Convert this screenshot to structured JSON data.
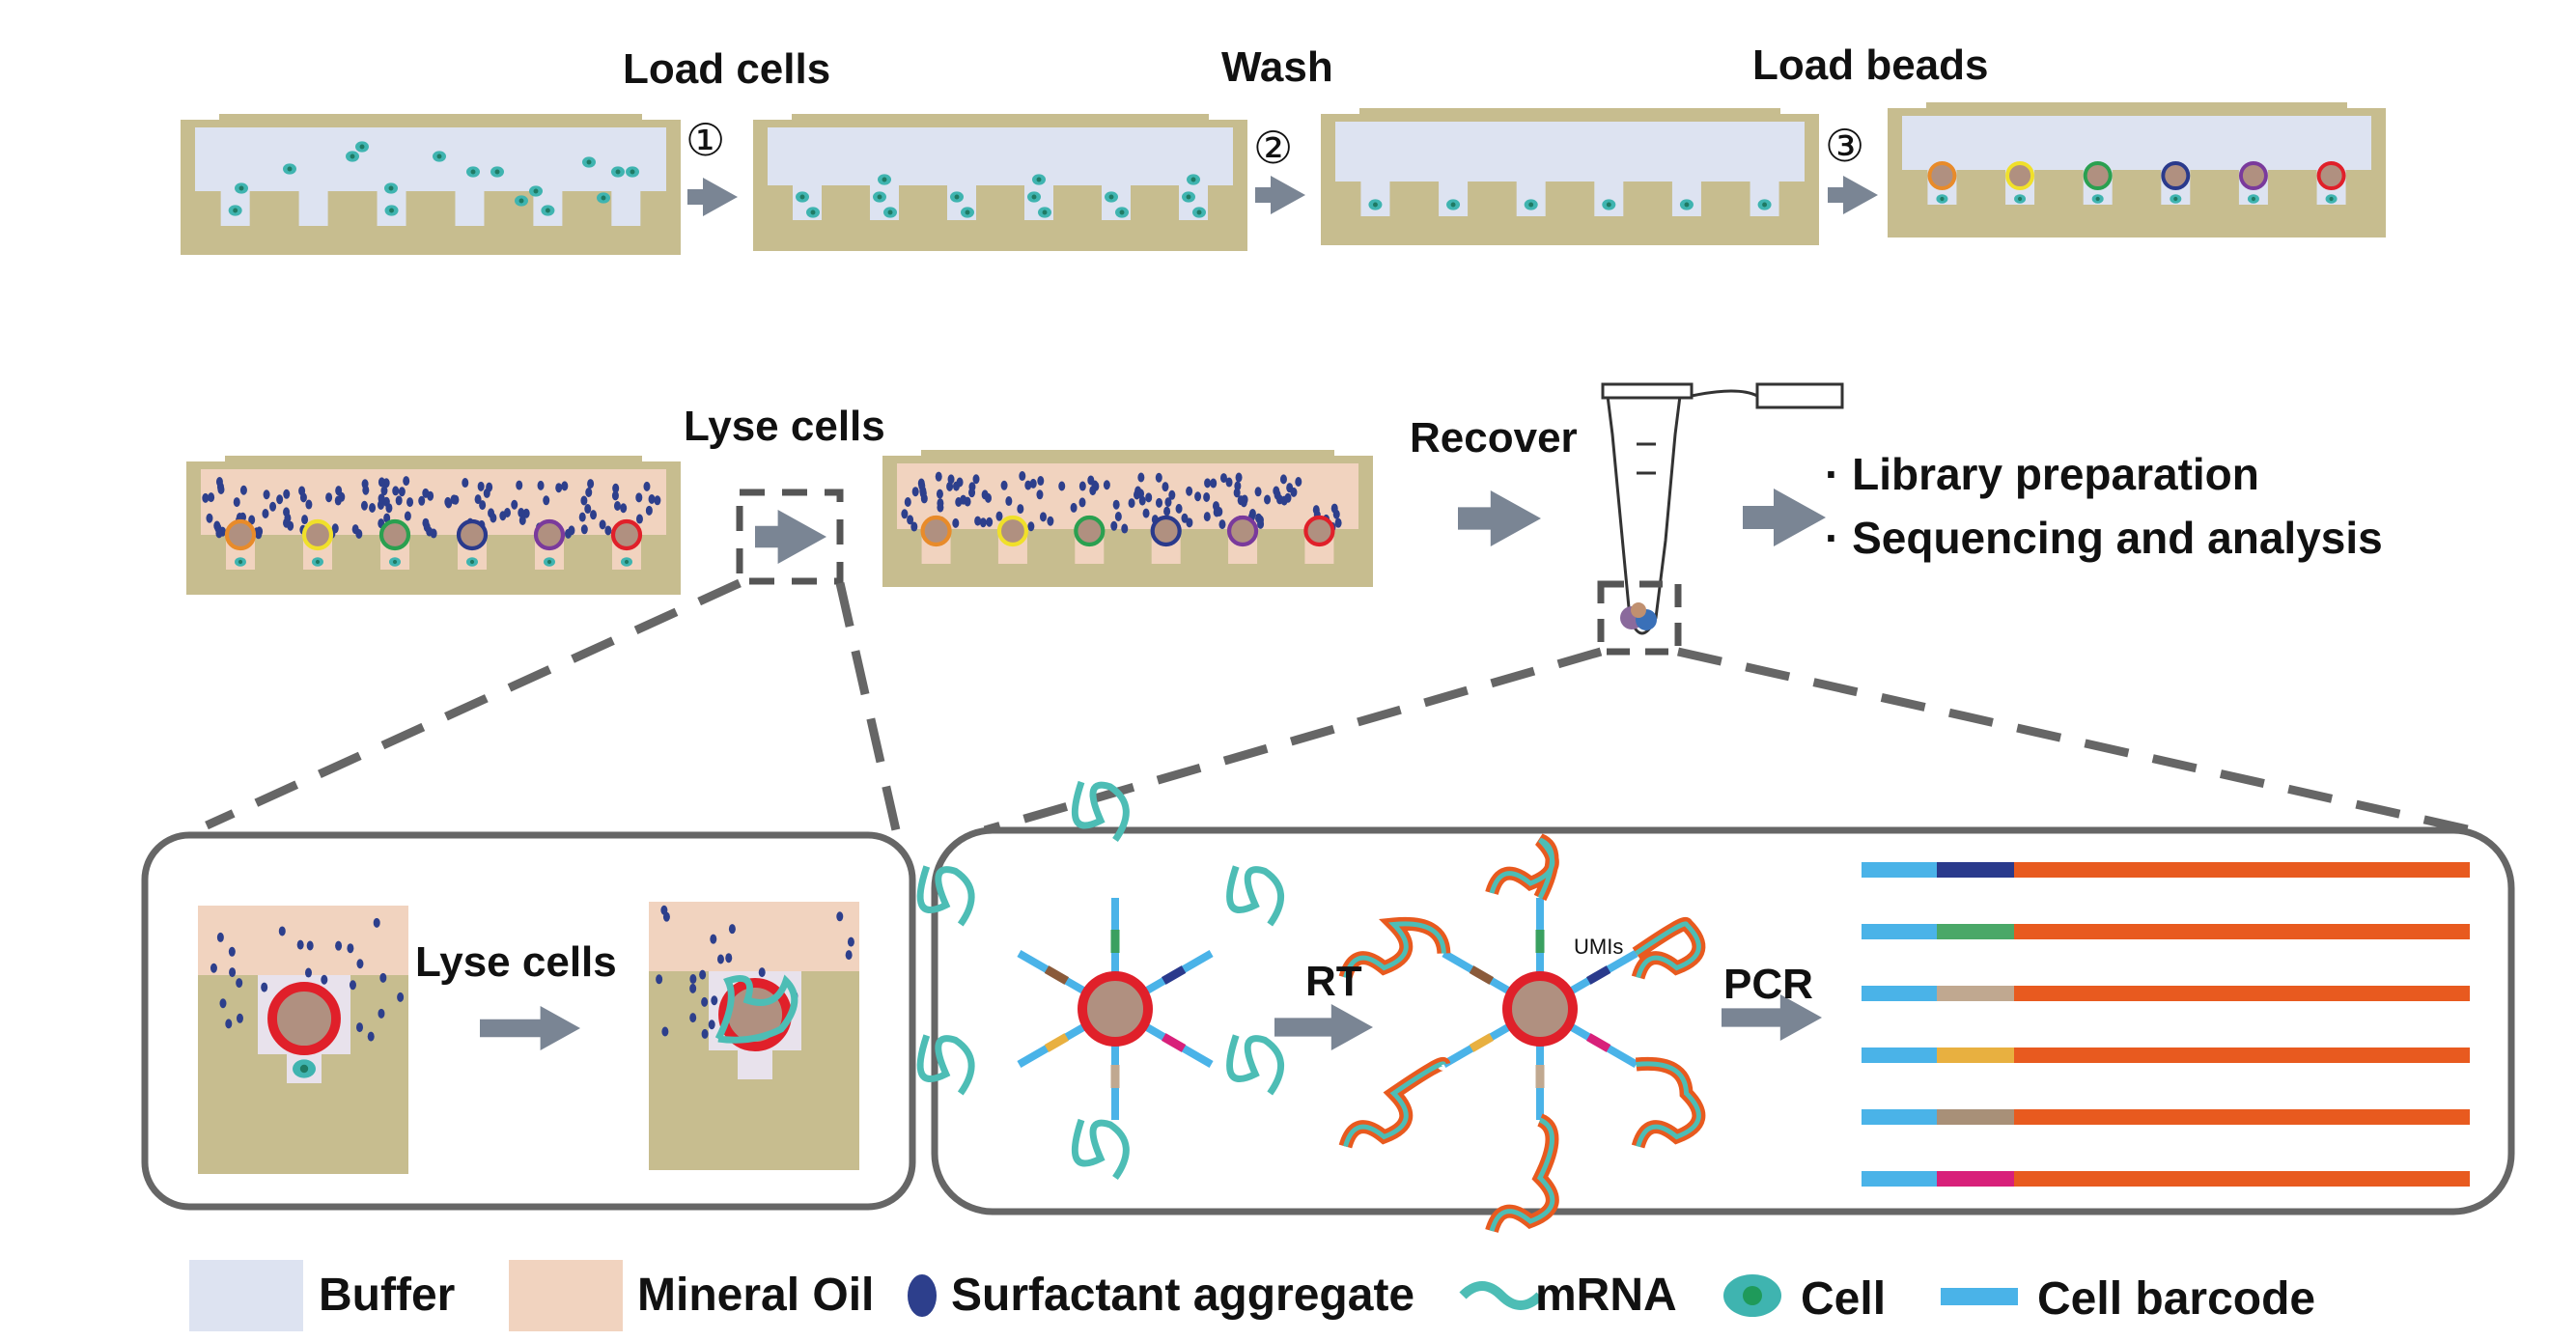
{
  "steps": {
    "load_cells": "Load cells",
    "wash": "Wash",
    "load_beads": "Load beads",
    "lyse_cells": "Lyse cells",
    "recover": "Recover",
    "lyse_cells_inset": "Lyse cells",
    "rt": "RT",
    "pcr": "PCR",
    "umis": "UMIs"
  },
  "step_numbers": [
    "①",
    "②",
    "③"
  ],
  "bullets": [
    "· Library preparation",
    "· Sequencing and analysis"
  ],
  "legend": {
    "buffer": "Buffer",
    "mineral_oil": "Mineral Oil",
    "surfactant": "Surfactant aggregate",
    "mrna": "mRNA",
    "cell": "Cell",
    "cell_barcode": "Cell barcode"
  },
  "colors": {
    "chip": "#c7bd8f",
    "buffer": "#dde3f1",
    "oil": "#f1d3bf",
    "cell": "#3fb4b0",
    "surfactant": "#2d3f8c",
    "arrow": "#7a8594",
    "bead_core": "#b09080",
    "bead_ring": "#e0202a",
    "product": "#e85a1f",
    "barcode": "#4ab3e8",
    "mrna": "#4dbdb5"
  },
  "bead_ring_colors": [
    "#e88b2a",
    "#f0e02a",
    "#2aa050",
    "#2a3a8c",
    "#7a3a9c",
    "#e0202a"
  ],
  "product_barcode_colors": [
    "#2a3a8c",
    "#4aa868",
    "#c0a890",
    "#e8b040",
    "#a89078",
    "#d8207a"
  ]
}
